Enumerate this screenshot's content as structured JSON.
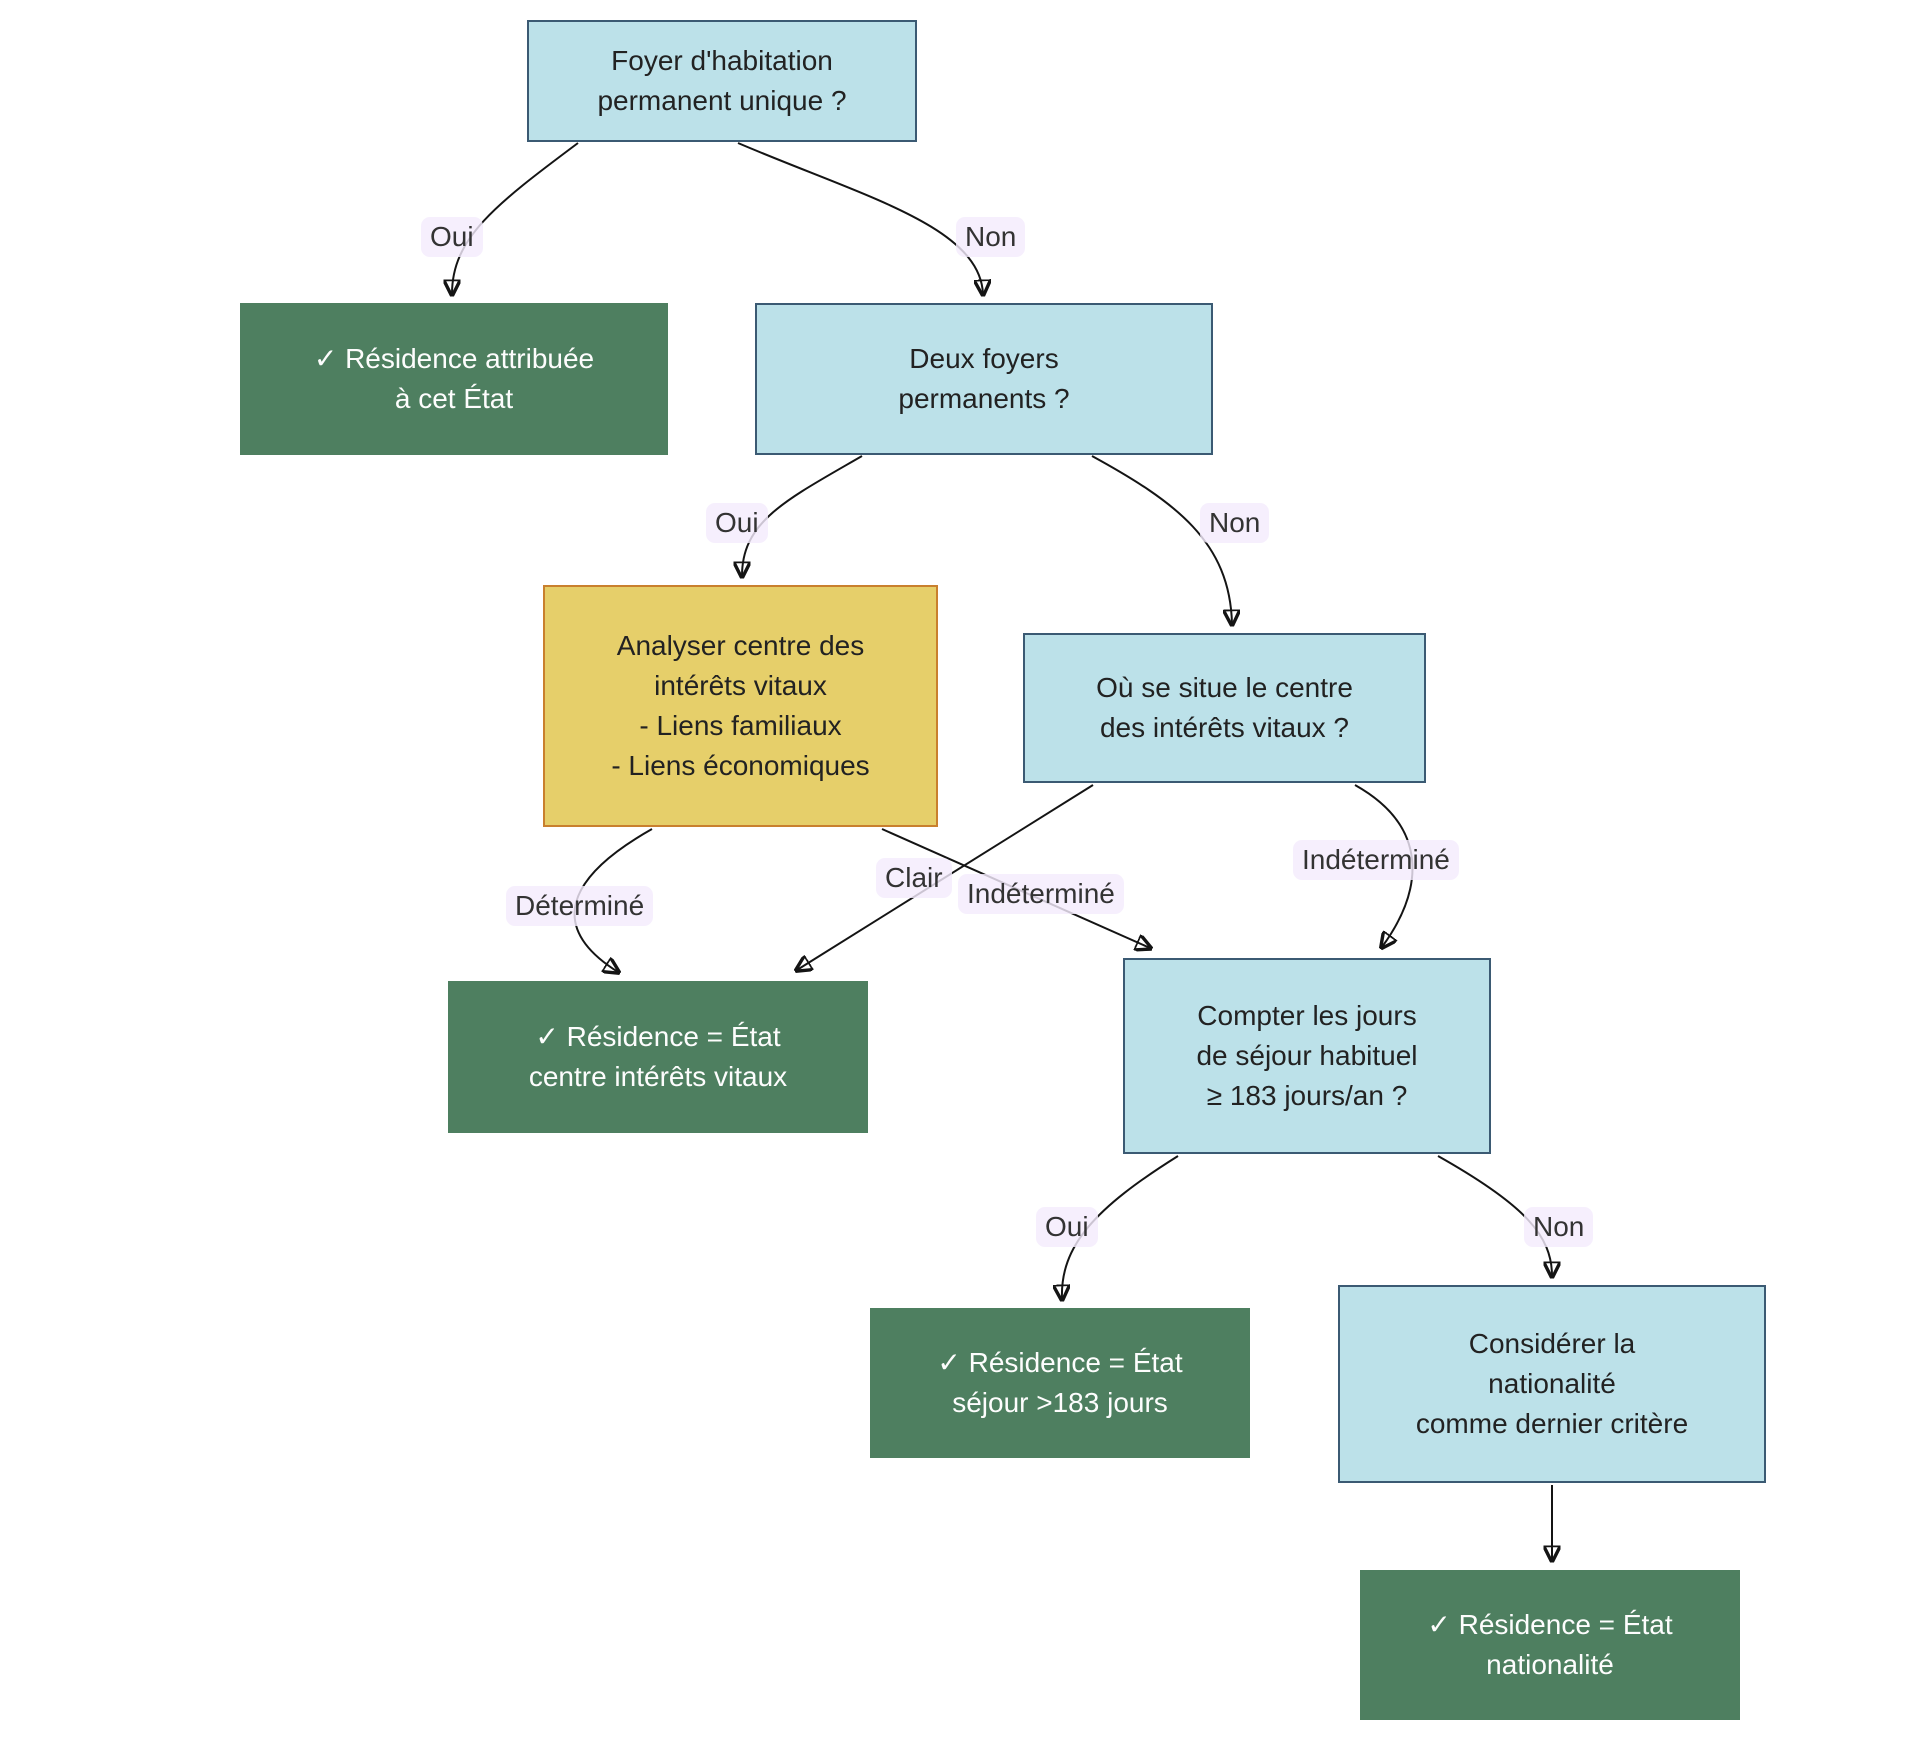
{
  "diagram": {
    "title": "Arbre de décision — résidence fiscale",
    "colors": {
      "question_fill": "#bce1e9",
      "question_border": "#3b5a73",
      "process_fill": "#e6cf6a",
      "process_border": "#c9802e",
      "result_fill": "#4e7f60",
      "result_text": "#fdfdfd",
      "label_bg": "#f4ebfc",
      "text": "#222222",
      "edge": "#141414"
    },
    "nodes": [
      {
        "id": "A",
        "type": "question",
        "lines": [
          "Foyer d'habitation",
          "permanent unique ?"
        ]
      },
      {
        "id": "B",
        "type": "result",
        "lines": [
          "✓ Résidence attribuée",
          "à cet État"
        ]
      },
      {
        "id": "C",
        "type": "question",
        "lines": [
          "Deux foyers",
          "permanents ?"
        ]
      },
      {
        "id": "D",
        "type": "process",
        "lines": [
          "Analyser centre des",
          "intérêts vitaux",
          "- Liens familiaux",
          "- Liens économiques"
        ]
      },
      {
        "id": "E",
        "type": "question",
        "lines": [
          "Où se situe le centre",
          "des intérêts vitaux ?"
        ]
      },
      {
        "id": "F",
        "type": "result",
        "lines": [
          "✓ Résidence = État",
          "centre intérêts vitaux"
        ]
      },
      {
        "id": "G",
        "type": "question",
        "lines": [
          "Compter les jours",
          "de séjour habituel",
          "≥ 183 jours/an ?"
        ]
      },
      {
        "id": "H",
        "type": "result",
        "lines": [
          "✓ Résidence = État",
          "séjour >183 jours"
        ]
      },
      {
        "id": "I",
        "type": "question",
        "lines": [
          "Considérer la",
          "nationalité",
          "comme dernier critère"
        ]
      },
      {
        "id": "J",
        "type": "result",
        "lines": [
          "✓ Résidence = État",
          "nationalité"
        ]
      }
    ],
    "edge_labels": [
      {
        "text": "Oui"
      },
      {
        "text": "Non"
      },
      {
        "text": "Oui"
      },
      {
        "text": "Non"
      },
      {
        "text": "Déterminé"
      },
      {
        "text": "Clair"
      },
      {
        "text": "Indéterminé"
      },
      {
        "text": "Indéterminé"
      },
      {
        "text": "Oui"
      },
      {
        "text": "Non"
      }
    ]
  }
}
